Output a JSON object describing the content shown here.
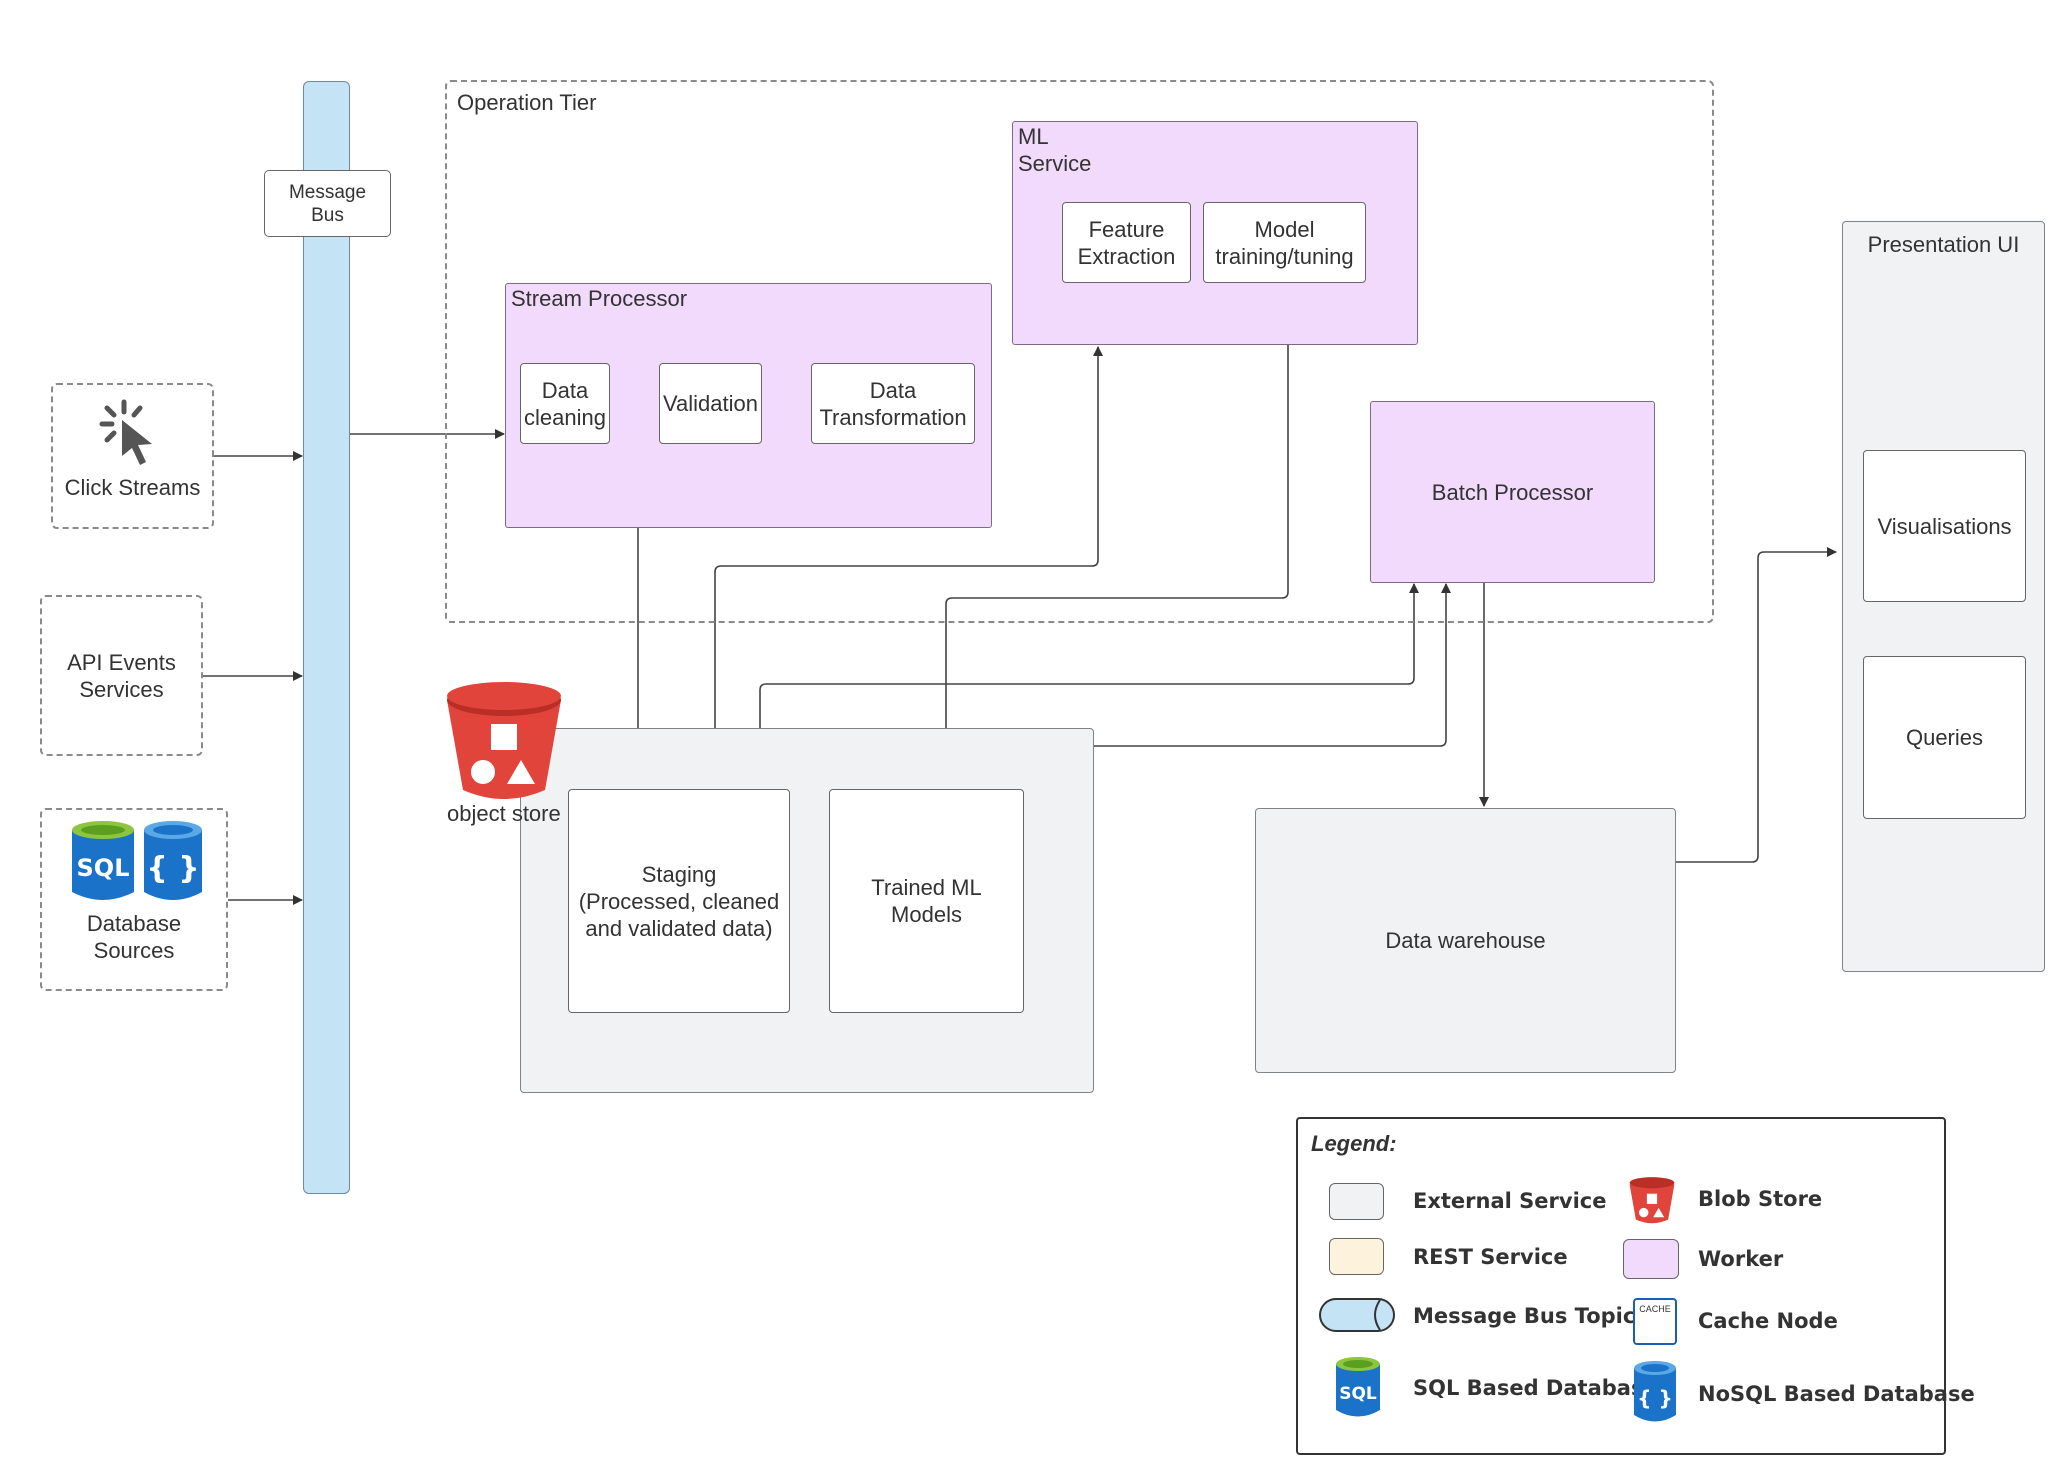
{
  "message_bus": "Message\nBus",
  "operation_tier": "Operation Tier",
  "ml_service": {
    "title": "ML\nService",
    "feature_extraction": "Feature\nExtraction",
    "model_training": "Model\ntraining/tuning"
  },
  "stream_processor": {
    "title": "Stream Processor",
    "data_cleaning": "Data\ncleaning",
    "validation": "Validation",
    "data_transformation": "Data\nTransformation"
  },
  "batch_processor": "Batch Processor",
  "sources": {
    "click_streams": "Click Streams",
    "api_events": "API Events\nServices",
    "database_sources": "Database\nSources"
  },
  "object_store": {
    "label": "object store",
    "staging": "Staging\n(Processed, cleaned\nand validated data)",
    "trained_models": "Trained ML\nModels"
  },
  "data_warehouse": "Data warehouse",
  "presentation_ui": {
    "title": "Presentation UI",
    "visualisations": "Visualisations",
    "queries": "Queries"
  },
  "legend": {
    "title": "Legend:",
    "items": [
      "External Service",
      "REST Service",
      "Message Bus Topic",
      "SQL Based Database",
      "Blob Store",
      "Worker",
      "Cache Node",
      "NoSQL Based Database"
    ],
    "cache_icon_text": "CACHE",
    "sql_icon_text": "SQL",
    "nosql_icon_text": "{ }"
  },
  "colors": {
    "worker": "#f2dafc",
    "external": "#f0f2f3",
    "rest": "#fdf3dc",
    "message_bus": "#c4e4f5",
    "blob_red": "#e0443a",
    "db_blue": "#1a73c8"
  }
}
